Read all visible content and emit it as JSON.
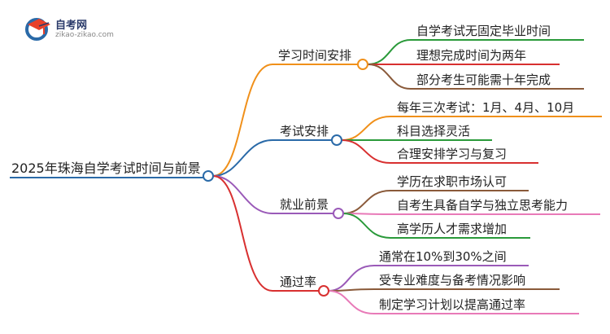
{
  "logo": {
    "title": "自考网",
    "url": "zikao-zikao.com"
  },
  "root": {
    "label": "2025年珠海自学考试时间与前景"
  },
  "branches": [
    {
      "label": "学习时间安排",
      "color": "#f0901a",
      "leaves": [
        {
          "label": "自学考试无固定毕业时间",
          "color": "#2a9a3a"
        },
        {
          "label": "理想完成时间为两年",
          "color": "#d83030"
        },
        {
          "label": "部分考生可能需十年完成",
          "color": "#8a5a3a"
        }
      ]
    },
    {
      "label": "考试安排",
      "color": "#2a6aa8",
      "leaves": [
        {
          "label": "每年三次考试：1月、4月、10月",
          "color": "#f0901a"
        },
        {
          "label": "科目选择灵活",
          "color": "#2a9a3a"
        },
        {
          "label": "合理安排学习与复习",
          "color": "#d83030"
        }
      ]
    },
    {
      "label": "就业前景",
      "color": "#9a5ab8",
      "leaves": [
        {
          "label": "学历在求职市场认可",
          "color": "#8a5a3a"
        },
        {
          "label": "自考生具备自学与独立思考能力",
          "color": "#e87ab8"
        },
        {
          "label": "高学历人才需求增加",
          "color": "#2a9a3a"
        }
      ]
    },
    {
      "label": "通过率",
      "color": "#d83030",
      "leaves": [
        {
          "label": "通常在10%到30%之间",
          "color": "#9a5ab8"
        },
        {
          "label": "受专业难度与备考情况影响",
          "color": "#8a5a3a"
        },
        {
          "label": "制定学习计划以提高通过率",
          "color": "#e87ab8"
        }
      ]
    }
  ],
  "colors": {
    "root": "#2a6aa8"
  },
  "icons": {
    "logo": "graduation-cap-icon"
  }
}
